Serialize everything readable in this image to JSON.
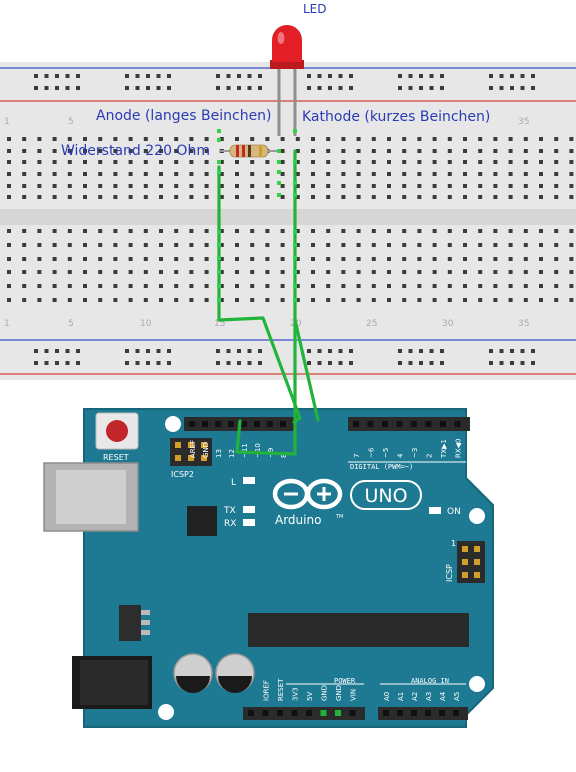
{
  "labels": {
    "led": "LED",
    "anode": "Anode (langes Beinchen)",
    "cathode": "Kathode (kurzes Beinchen)",
    "resistor": "Widerstand 220 Ohm"
  },
  "breadboard": {
    "column_numbers": [
      "5",
      "10",
      "15",
      "20",
      "25",
      "30",
      "35"
    ],
    "top_row_number": "5",
    "top_row_number_right": "35"
  },
  "arduino": {
    "reset_label": "RESET",
    "icsp2_label": "ICSP2",
    "icsp_label": "ICSP",
    "l_label": "L",
    "tx_label": "TX",
    "rx_label": "RX",
    "on_label": "ON",
    "brand": "Arduino",
    "tm": "TM",
    "model": "UNO",
    "digital_label": "DIGITAL (PWM=~)",
    "power_label": "POWER",
    "analog_label": "ANALOG IN",
    "icsp_pin1": "1",
    "digital_pins": [
      "AREF",
      "GND",
      "13",
      "12",
      "~11",
      "~10",
      "~9",
      "8",
      "7",
      "~6",
      "~5",
      "4",
      "~3",
      "2",
      "TX▶1",
      "RX◀0"
    ],
    "power_pins": [
      "IOREF",
      "RESET",
      "3V3",
      "5V",
      "GND",
      "GND",
      "VIN"
    ],
    "analog_pins": [
      "A0",
      "A1",
      "A2",
      "A3",
      "A4",
      "A5"
    ]
  },
  "colors": {
    "wire": "#22b33a",
    "board": "#1d7a92",
    "led": "#e31e24",
    "rail_red": "#d9403a",
    "rail_blue": "#3a4fc8",
    "label_blue": "#2a3bb5"
  }
}
